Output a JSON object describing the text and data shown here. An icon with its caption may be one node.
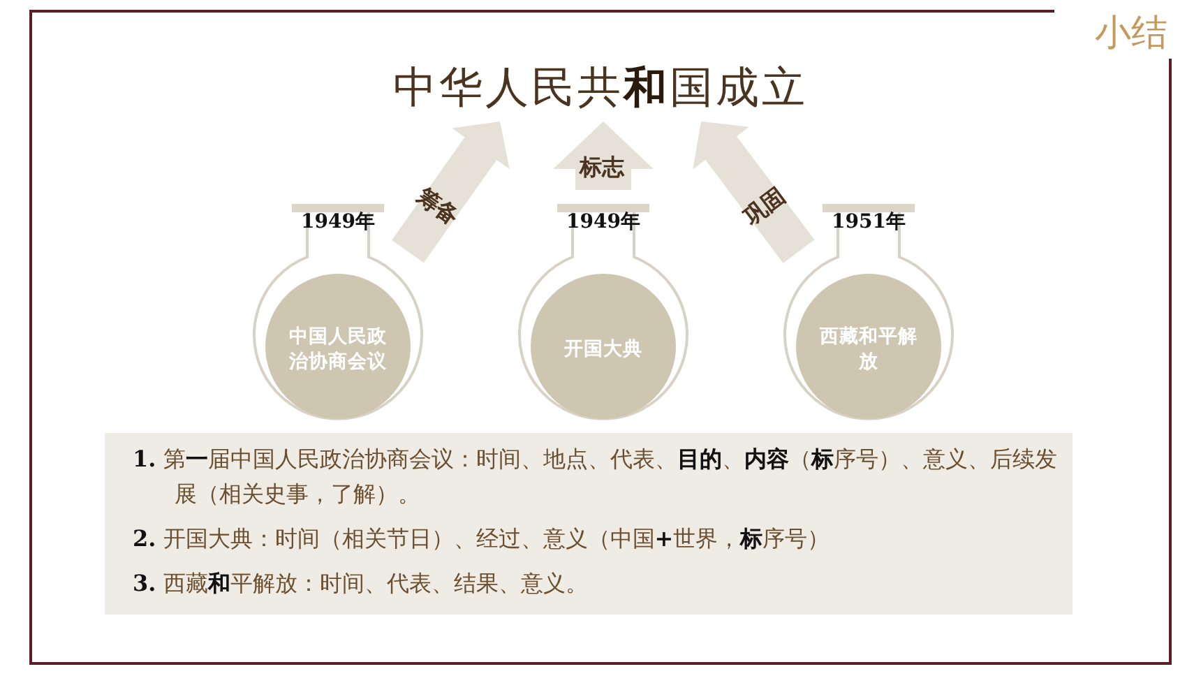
{
  "diagram": {
    "nodes": [
      {
        "text": [
          "中华人民共**和**国成立"
        ]
      },
      {
        "text": [
          "1949年",
          "中国人民政治协商会议"
        ]
      },
      {
        "text": [
          "1949年",
          "开国大典"
        ]
      },
      {
        "text": [
          "1951年",
          "西藏和平解放"
        ]
      }
    ],
    "edges": [
      {
        "from": 1,
        "to": 0,
        "arrow": "to",
        "label": "筹备"
      },
      {
        "from": 2,
        "to": 0,
        "arrow": "to",
        "label": "标志"
      },
      {
        "from": 3,
        "to": 0,
        "arrow": "to",
        "label": "巩固"
      }
    ],
    "labels": [
      "小结",
      "**1.** 第**一**届中国人民政治协商会议：时间、地点、代表、**目的**、**内容**（**标**序号）、意义、后续发展（相关史事，了解）。",
      "**2.** 开国大典：时间（相关节日）、经过、意义（中国**+**世界，**标**序号）",
      "**3.** 西藏**和**平解放：时间、代表、结果、意义。"
    ]
  }
}
